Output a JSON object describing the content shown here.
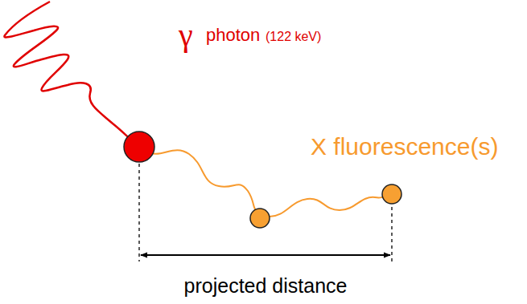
{
  "diagram": {
    "labels": [
      "γ",
      "photon",
      "(122 keV)",
      "X fluorescence(s)",
      "projected distance"
    ]
  }
}
